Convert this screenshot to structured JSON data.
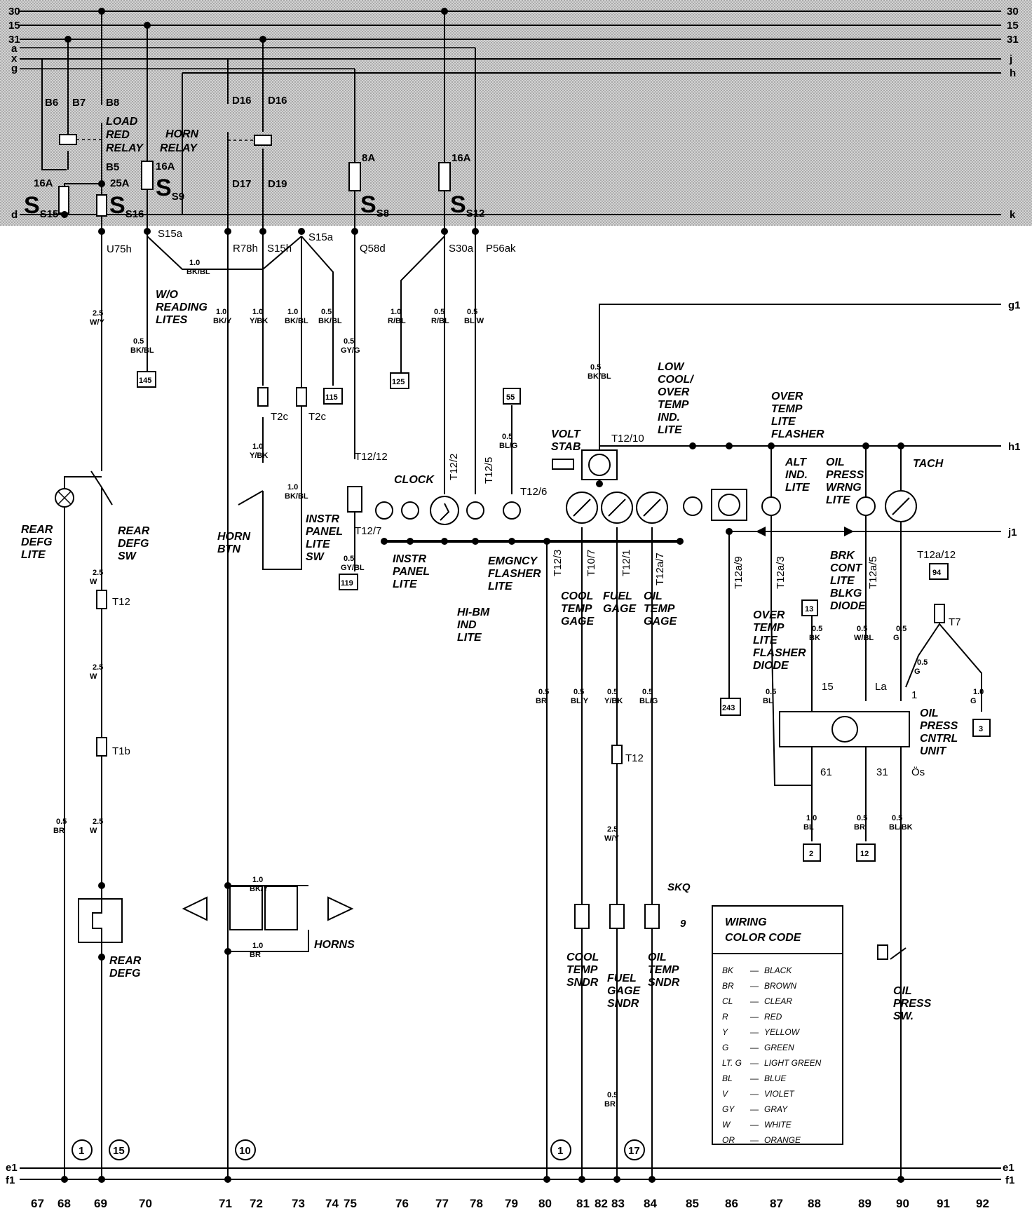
{
  "bus": {
    "left_labels": [
      "30",
      "15",
      "31",
      "a",
      "x",
      "g",
      "d"
    ],
    "right_labels": [
      "30",
      "15",
      "31",
      "j",
      "h",
      "k"
    ],
    "bottom_left": [
      "e1",
      "f1"
    ],
    "bottom_right": [
      "e1",
      "f1"
    ]
  },
  "relays": {
    "load_red_relay": "LOAD RED RELAY",
    "horn_relay": "HORN RELAY"
  },
  "fuse_panel": {
    "pins": [
      "B6",
      "B7",
      "B8",
      "B5",
      "D16",
      "D16",
      "D17",
      "D19"
    ],
    "ratings": [
      "16A",
      "25A",
      "16A",
      "8A",
      "16A"
    ],
    "fuses": [
      "S15",
      "S16",
      "S9",
      "S8",
      "S12"
    ],
    "terminals": [
      "U75h",
      "S15a",
      "R78h",
      "S15h",
      "S15a",
      "Q58d",
      "S30a",
      "P56ak"
    ]
  },
  "wires": {
    "w1": "2.5 W/Y",
    "w2": "0.5 BK/BL",
    "w3": "1.0 BK/BL",
    "w4": "1.0 BK/Y",
    "w5": "1.0 Y/BK",
    "w6": "1.0 BK/BL",
    "w7": "0.5 BK/BL",
    "w8": "0.5 GY/G",
    "w9": "1.0 R/BL",
    "w10": "0.5 R/BL",
    "w11": "0.5 BL/W",
    "w12": "0.5 BK/BL",
    "w13": "0.5 BL/G",
    "w14": "1.0 Y/BK",
    "w15": "1.0 BK/BL",
    "w16": "2.5 W",
    "w17": "2.5 W",
    "w18": "0.5 BR",
    "w19": "2.5 W",
    "w20": "0.5 GY/BL",
    "w21": "0.5 BR",
    "w22": "0.5 BL/Y",
    "w23": "0.5 Y/BK",
    "w24": "0.5 BL/G",
    "w25": "2.5 W/Y",
    "w26": "0.5 BR",
    "w27": "0.5 BK",
    "w28": "0.5 W/BL",
    "w29": "0.5 G",
    "w30": "0.5 G",
    "w31": "1.0 G",
    "w32": "0.5 BL",
    "w33": "1.0 BL",
    "w34": "0.5 BR",
    "w35": "0.5 BL/BK",
    "w36": "1.0 BK/Y",
    "w37": "1.0 BR"
  },
  "refs": [
    "145",
    "115",
    "125",
    "55",
    "119",
    "243",
    "13",
    "94",
    "3",
    "2",
    "12"
  ],
  "connectors": {
    "t2c_a": "T2c",
    "t2c_b": "T2c",
    "t12_12": "T12/12",
    "t12_7": "T12/7",
    "t12_2": "T12/2",
    "t12_5": "T12/5",
    "t12_6": "T12/6",
    "t12_10": "T12/10",
    "t12_3": "T12/3",
    "t10_7": "T10/7",
    "t12_1": "T12/1",
    "t12a_7": "T12a/7",
    "t12a_9": "T12a/9",
    "t12a_3": "T12a/3",
    "t12a_5": "T12a/5",
    "t12a_12": "T12a/12",
    "t7": "T7",
    "t12_a": "T12",
    "t1b": "T1b",
    "t12_b": "T12"
  },
  "components": {
    "w_o_reading": "W/O READING LITES",
    "rear_defg_lite": "REAR DEFG LITE",
    "rear_defg_sw": "REAR DEFG SW",
    "horn_btn": "HORN BTN",
    "instr_sw": "INSTR PANEL LITE SW",
    "instr_lite": "INSTR PANEL LITE",
    "clock": "CLOCK",
    "emgncy": "EMGNCY FLASHER LITE",
    "hibm": "HI-BM IND LITE",
    "volt_stab": "VOLT STAB",
    "low_cool": "LOW COOL/ OVER TEMP IND. LITE",
    "over_temp_flasher": "OVER TEMP LITE FLASHER",
    "alt_ind": "ALT IND. LITE",
    "oil_press_wrng": "OIL PRESS WRNG LITE",
    "tach": "TACH",
    "cool_temp_gage": "COOL TEMP GAGE",
    "fuel_gage": "FUEL GAGE",
    "oil_temp_gage": "OIL TEMP GAGE",
    "brk_cont": "BRK CONT LITE BLKG DIODE",
    "over_temp_diode": "OVER TEMP LITE FLASHER DIODE",
    "oil_press_unit": "OIL PRESS CNTRL UNIT",
    "rear_defg": "REAR DEFG",
    "horns": "HORNS",
    "cool_temp_sndr": "COOL TEMP SNDR",
    "fuel_gage_sndr": "FUEL GAGE SNDR",
    "oil_temp_sndr": "OIL TEMP SNDR",
    "oil_press_sw": "OIL PRESS SW.",
    "skq": "SKQ",
    "sndr_mark": "9"
  },
  "unit_pins": [
    "15",
    "La",
    "1",
    "61",
    "31",
    "Ös"
  ],
  "side_labels": [
    "g1",
    "h1",
    "j1"
  ],
  "ground_numbers": [
    "1",
    "15",
    "10",
    "1",
    "17"
  ],
  "column_numbers": [
    "67",
    "68",
    "69",
    "70",
    "71",
    "72",
    "73",
    "74",
    "75",
    "76",
    "77",
    "78",
    "79",
    "80",
    "81",
    "82",
    "83",
    "84",
    "85",
    "86",
    "87",
    "88",
    "89",
    "90",
    "91",
    "92"
  ],
  "legend": {
    "title": "WIRING COLOR CODE",
    "entries": [
      [
        "BK",
        "BLACK"
      ],
      [
        "BR",
        "BROWN"
      ],
      [
        "CL",
        "CLEAR"
      ],
      [
        "R",
        "RED"
      ],
      [
        "Y",
        "YELLOW"
      ],
      [
        "G",
        "GREEN"
      ],
      [
        "LT. G",
        "LIGHT GREEN"
      ],
      [
        "BL",
        "BLUE"
      ],
      [
        "V",
        "VIOLET"
      ],
      [
        "GY",
        "GRAY"
      ],
      [
        "W",
        "WHITE"
      ],
      [
        "OR",
        "ORANGE"
      ]
    ]
  }
}
